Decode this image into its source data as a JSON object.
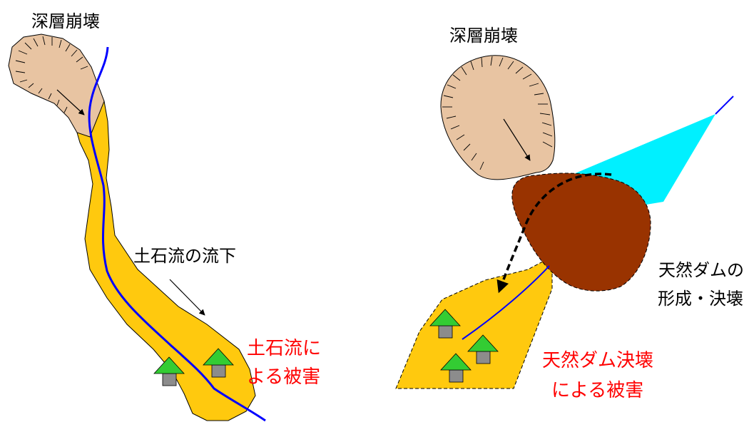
{
  "colors": {
    "landslide": "#e8c4a2",
    "debris_flow": "#ffc90e",
    "river": "#0000ff",
    "dam": "#993300",
    "pond": "#00f0ff",
    "house_roof": "#33cc33",
    "house_body": "#8c8c8c",
    "damage_text": "#ff0000",
    "label_text": "#000000"
  },
  "left_panel": {
    "landslide_label": "深層崩壊",
    "flow_label": "土石流の流下",
    "damage_label": [
      "土石流に",
      "よる被害"
    ]
  },
  "right_panel": {
    "landslide_label": "深層崩壊",
    "dam_label": [
      "天然ダムの",
      "形成・決壊"
    ],
    "damage_label": [
      "天然ダム決壊",
      "による被害"
    ]
  }
}
